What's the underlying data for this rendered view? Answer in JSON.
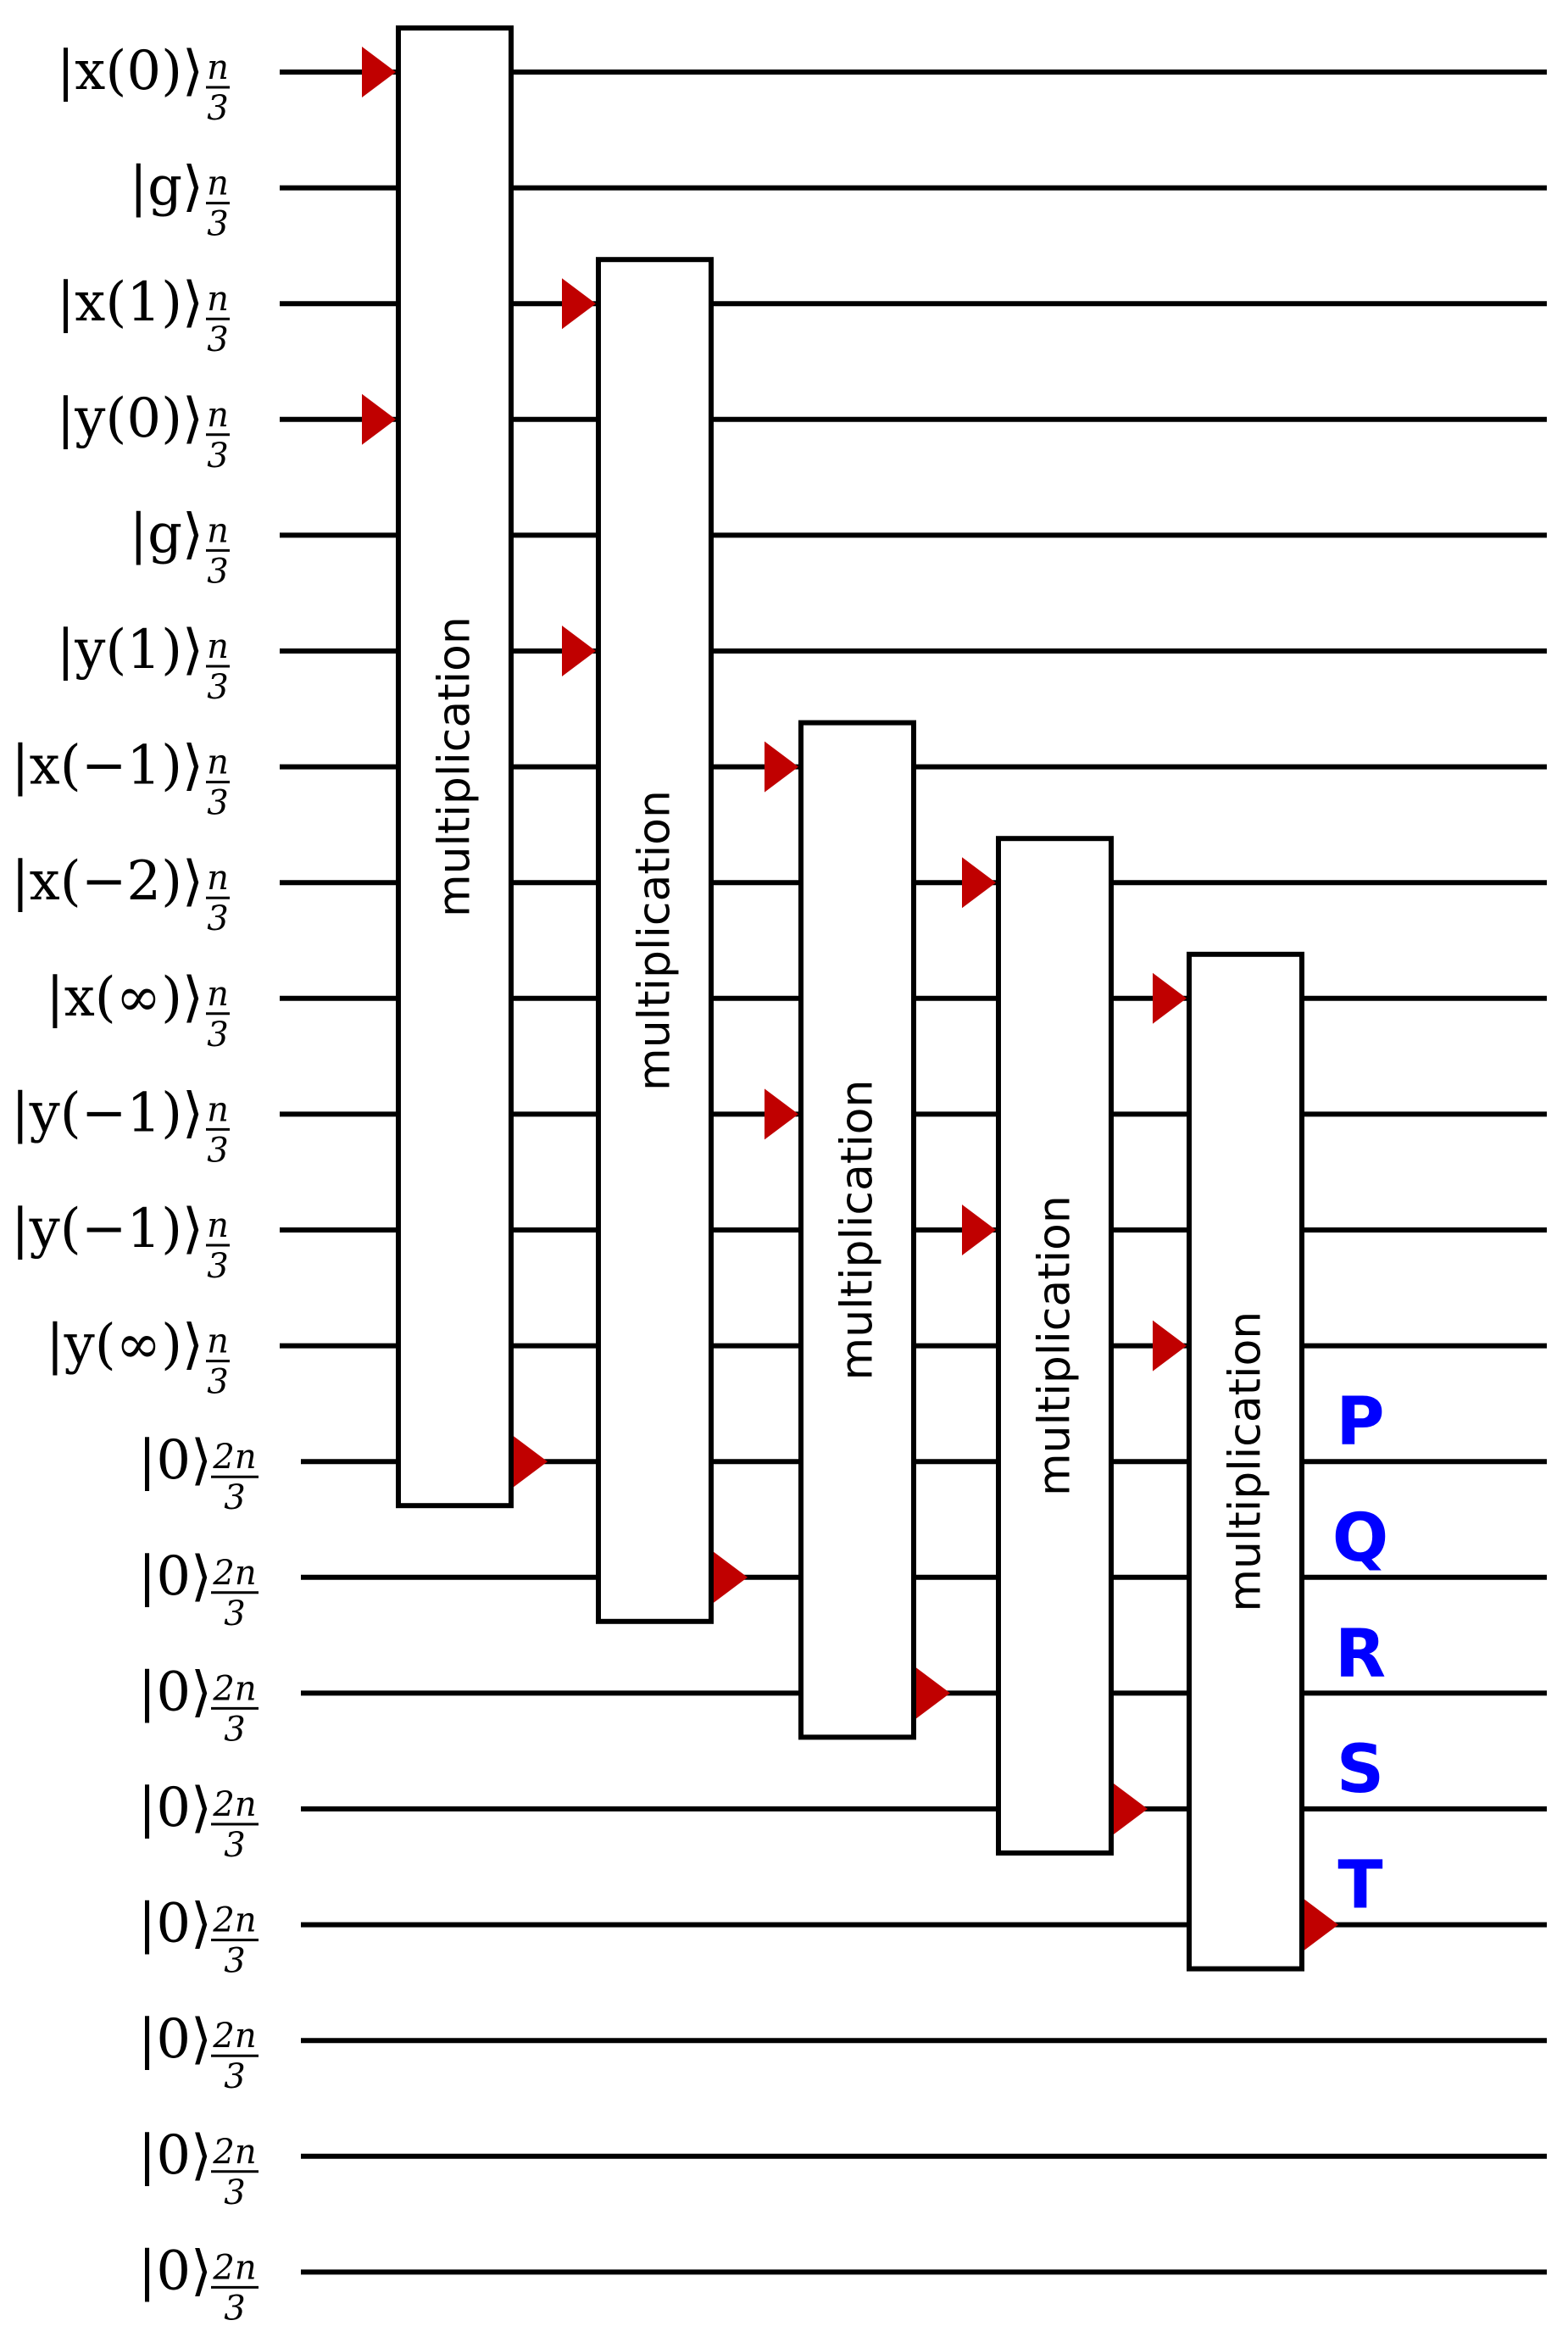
{
  "colors": {
    "wire": "#000000",
    "arrow": "#c00000",
    "output_label": "#0000ff"
  },
  "wires": [
    {
      "ket": "|x(0)⟩",
      "num": "n",
      "den": "3"
    },
    {
      "ket": "|g⟩",
      "num": "n",
      "den": "3"
    },
    {
      "ket": "|x(1)⟩",
      "num": "n",
      "den": "3"
    },
    {
      "ket": "|y(0)⟩",
      "num": "n",
      "den": "3"
    },
    {
      "ket": "|g⟩",
      "num": "n",
      "den": "3"
    },
    {
      "ket": "|y(1)⟩",
      "num": "n",
      "den": "3"
    },
    {
      "ket": "|x(−1)⟩",
      "num": "n",
      "den": "3"
    },
    {
      "ket": "|x(−2)⟩",
      "num": "n",
      "den": "3"
    },
    {
      "ket": "|x(∞)⟩",
      "num": "n",
      "den": "3"
    },
    {
      "ket": "|y(−1)⟩",
      "num": "n",
      "den": "3"
    },
    {
      "ket": "|y(−1)⟩",
      "num": "n",
      "den": "3"
    },
    {
      "ket": "|y(∞)⟩",
      "num": "n",
      "den": "3"
    },
    {
      "ket": "|0⟩",
      "num": "2n",
      "den": "3"
    },
    {
      "ket": "|0⟩",
      "num": "2n",
      "den": "3"
    },
    {
      "ket": "|0⟩",
      "num": "2n",
      "den": "3"
    },
    {
      "ket": "|0⟩",
      "num": "2n",
      "den": "3"
    },
    {
      "ket": "|0⟩",
      "num": "2n",
      "den": "3"
    },
    {
      "ket": "|0⟩",
      "num": "2n",
      "den": "3"
    },
    {
      "ket": "|0⟩",
      "num": "2n",
      "den": "3"
    },
    {
      "ket": "|0⟩",
      "num": "2n",
      "den": "3"
    }
  ],
  "gates": [
    {
      "label": "multiplication",
      "span": [
        0,
        12
      ],
      "inputs": [
        0,
        3
      ],
      "output": 12
    },
    {
      "label": "multiplication",
      "span": [
        2,
        13
      ],
      "inputs": [
        2,
        5
      ],
      "output": 13
    },
    {
      "label": "multiplication",
      "span": [
        6,
        14
      ],
      "inputs": [
        6,
        9
      ],
      "output": 14
    },
    {
      "label": "multiplication",
      "span": [
        7,
        15
      ],
      "inputs": [
        7,
        10
      ],
      "output": 15
    },
    {
      "label": "multiplication",
      "span": [
        8,
        16
      ],
      "inputs": [
        8,
        11
      ],
      "output": 16
    }
  ],
  "output_labels": [
    {
      "text": "P",
      "wire": 12
    },
    {
      "text": "Q",
      "wire": 13
    },
    {
      "text": "R",
      "wire": 14
    },
    {
      "text": "S",
      "wire": 15
    },
    {
      "text": "T",
      "wire": 16
    }
  ]
}
